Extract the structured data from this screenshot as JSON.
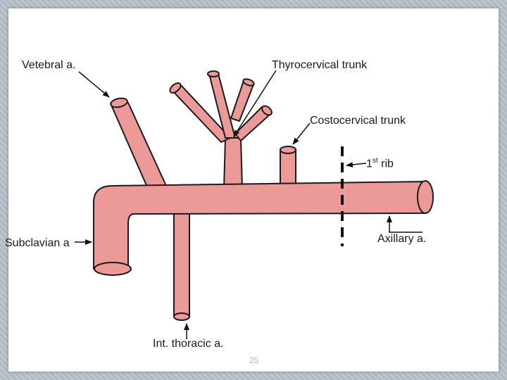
{
  "labels": {
    "vertebral": "Vetebral a.",
    "thyrocervical": "Thyrocervical trunk",
    "costocervical": "Costocervical trunk",
    "rib_prefix": "1",
    "rib_sup": "st",
    "rib_suffix": " rib",
    "subclavian": "Subclavian a",
    "axillary": "Axillary a.",
    "int_thoracic": "Int. thoracic a."
  },
  "page_number": "25",
  "colors": {
    "vessel_fill": "#eb9a98",
    "vessel_outline": "#1b1b1b",
    "arrow": "#111111",
    "rib_line": "#111111",
    "frame": "#b7c1c9",
    "slide": "#ffffff"
  }
}
